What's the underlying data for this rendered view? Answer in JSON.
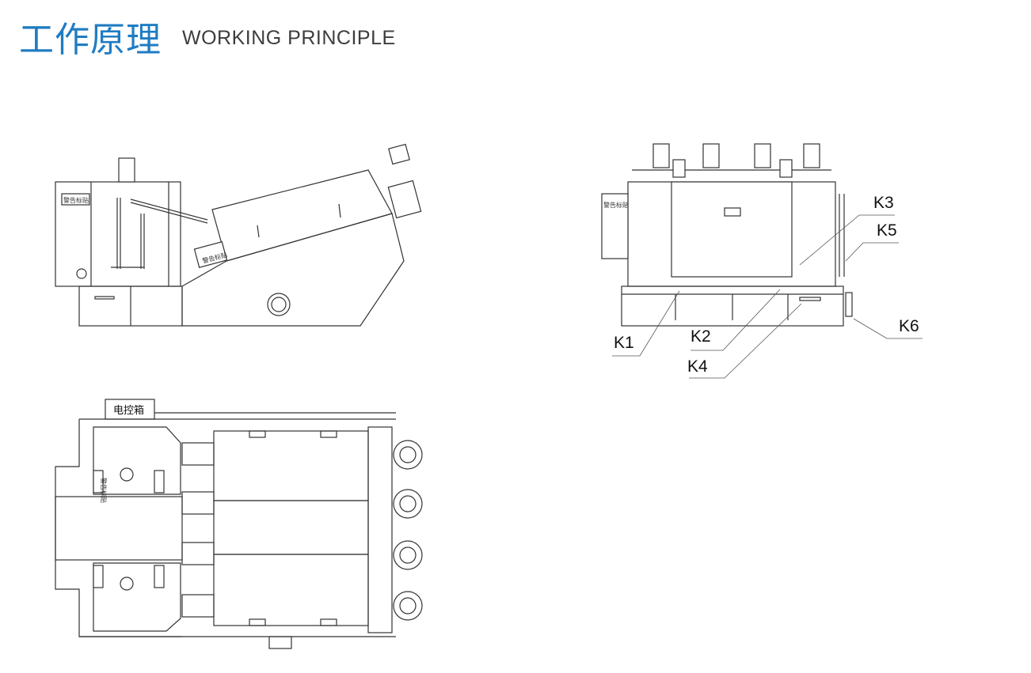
{
  "header": {
    "title_cn": "工作原理",
    "title_en": "WORKING PRINCIPLE"
  },
  "side_view": {
    "warning_label": "警告标贴"
  },
  "front_view": {
    "warning_label": "警告标贴",
    "callouts": [
      "K1",
      "K2",
      "K3",
      "K4",
      "K5",
      "K6"
    ]
  },
  "top_view": {
    "control_box_label": "电控箱",
    "warning_label": "警告标贴"
  }
}
